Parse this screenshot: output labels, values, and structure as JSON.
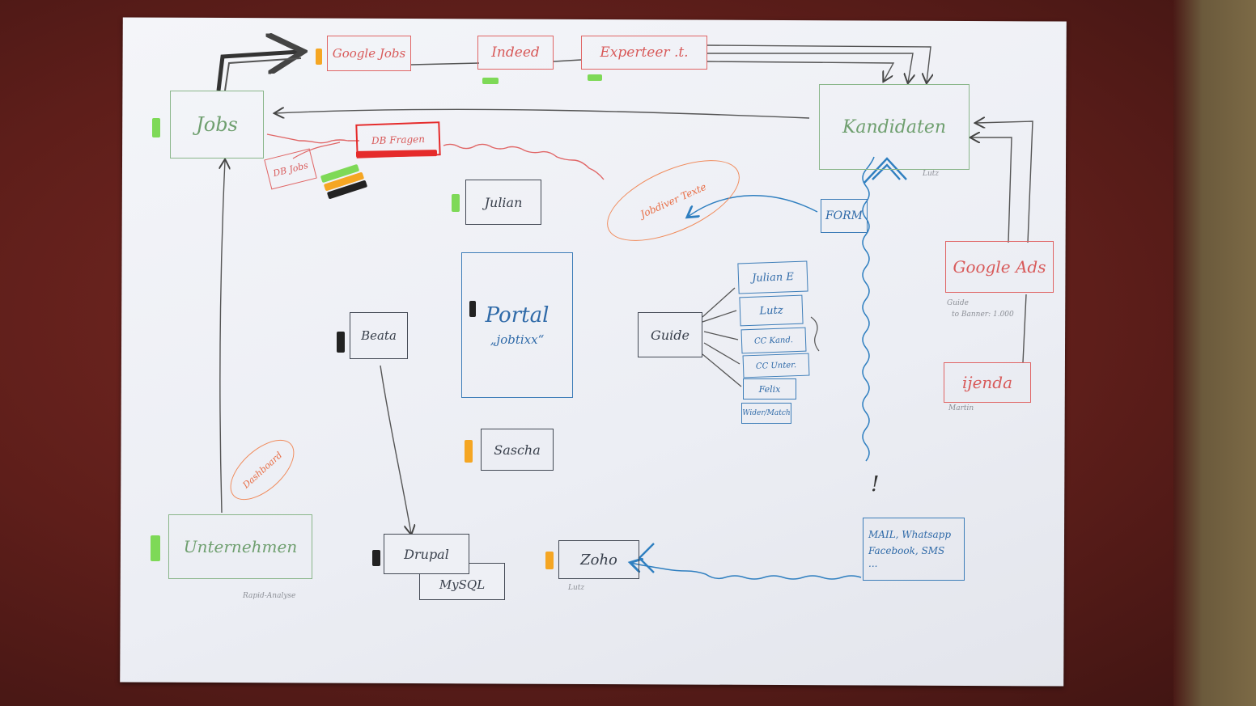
{
  "diagram": {
    "nodes": {
      "jobs": "Jobs",
      "google_jobs": "Google Jobs",
      "indeed": "Indeed",
      "experteer": "Experteer .t.",
      "kandidaten": "Kandidaten",
      "kandidaten_note": "Lutz",
      "db_fragen": "DB Fragen",
      "db_jobs": "DB Jobs",
      "julian": "Julian",
      "jobdiver_texts": "Jobdiver Texte",
      "form": "FORM",
      "portal_title": "Portal",
      "portal_subtitle": "„jobtixx“",
      "beata": "Beata",
      "guide": "Guide",
      "guide_items": [
        "Julian E",
        "Lutz",
        "CC Kand.",
        "CC Unter.",
        "Felix",
        "Wider/Match"
      ],
      "google_ads": "Google Ads",
      "google_ads_note_1": "Guide",
      "google_ads_note_2": "to Banner: 1.000",
      "ijenda": "ijenda",
      "ijenda_note": "Martin",
      "sascha": "Sascha",
      "dashboard": "Dashboard",
      "unternehmen": "Unternehmen",
      "unternehmen_note": "Rapid-Analyse",
      "drupal": "Drupal",
      "mysql": "MySQL",
      "zoho": "Zoho",
      "zoho_note": "Lutz",
      "channels_line1": "MAIL, Whatsapp",
      "channels_line2": "Facebook, SMS",
      "channels_line3": "...",
      "exclaim": "!"
    },
    "colors": {
      "green": "#6f9f6f",
      "red": "#d85a5a",
      "blue": "#2f6aa8",
      "dark": "#39404c",
      "orange": "#e86d45",
      "marker_green": "#7ed957",
      "marker_orange": "#f5a623",
      "marker_black": "#222222",
      "marker_red": "#e52b2b"
    }
  }
}
